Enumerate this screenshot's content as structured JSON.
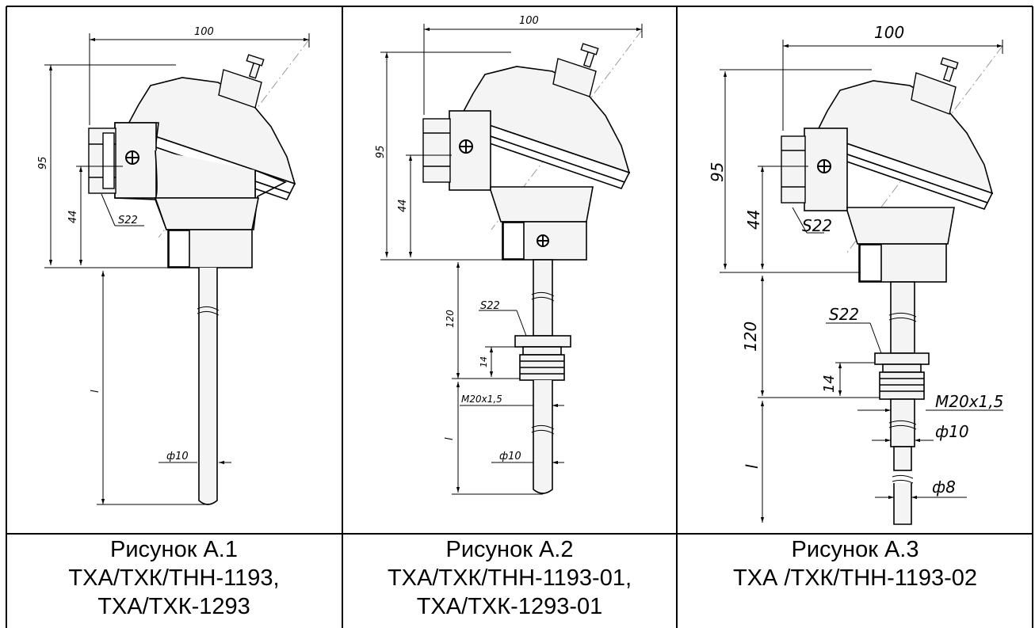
{
  "figures": [
    {
      "title": "Рисунок А.1",
      "models": [
        "ТХА/ТХК/ТНН-1193,",
        "ТХА/ТХК-1293"
      ],
      "dims": {
        "width": "100",
        "height": "95",
        "neck": "44",
        "hex": "S22",
        "length": "l",
        "diameter": "ф10"
      }
    },
    {
      "title": "Рисунок А.2",
      "models": [
        "ТХА/ТХК/ТНН-1193-01,",
        "ТХА/ТХК-1293-01"
      ],
      "dims": {
        "width": "100",
        "height": "95",
        "neck": "44",
        "stem": "120",
        "hex": "S22",
        "fit": "14",
        "thread": "M20x1,5",
        "length": "l",
        "diameter": "ф10"
      }
    },
    {
      "title": "Рисунок А.3",
      "models": [
        "ТХА /ТХК/ТНН-1193-02"
      ],
      "dims": {
        "width": "100",
        "height": "95",
        "neck": "44",
        "hex1": "S22",
        "stem": "120",
        "hex2": "S22",
        "fit": "14",
        "thread": "M20x1,5",
        "diameter1": "ф10",
        "length": "l",
        "diameter2": "ф8"
      }
    }
  ]
}
